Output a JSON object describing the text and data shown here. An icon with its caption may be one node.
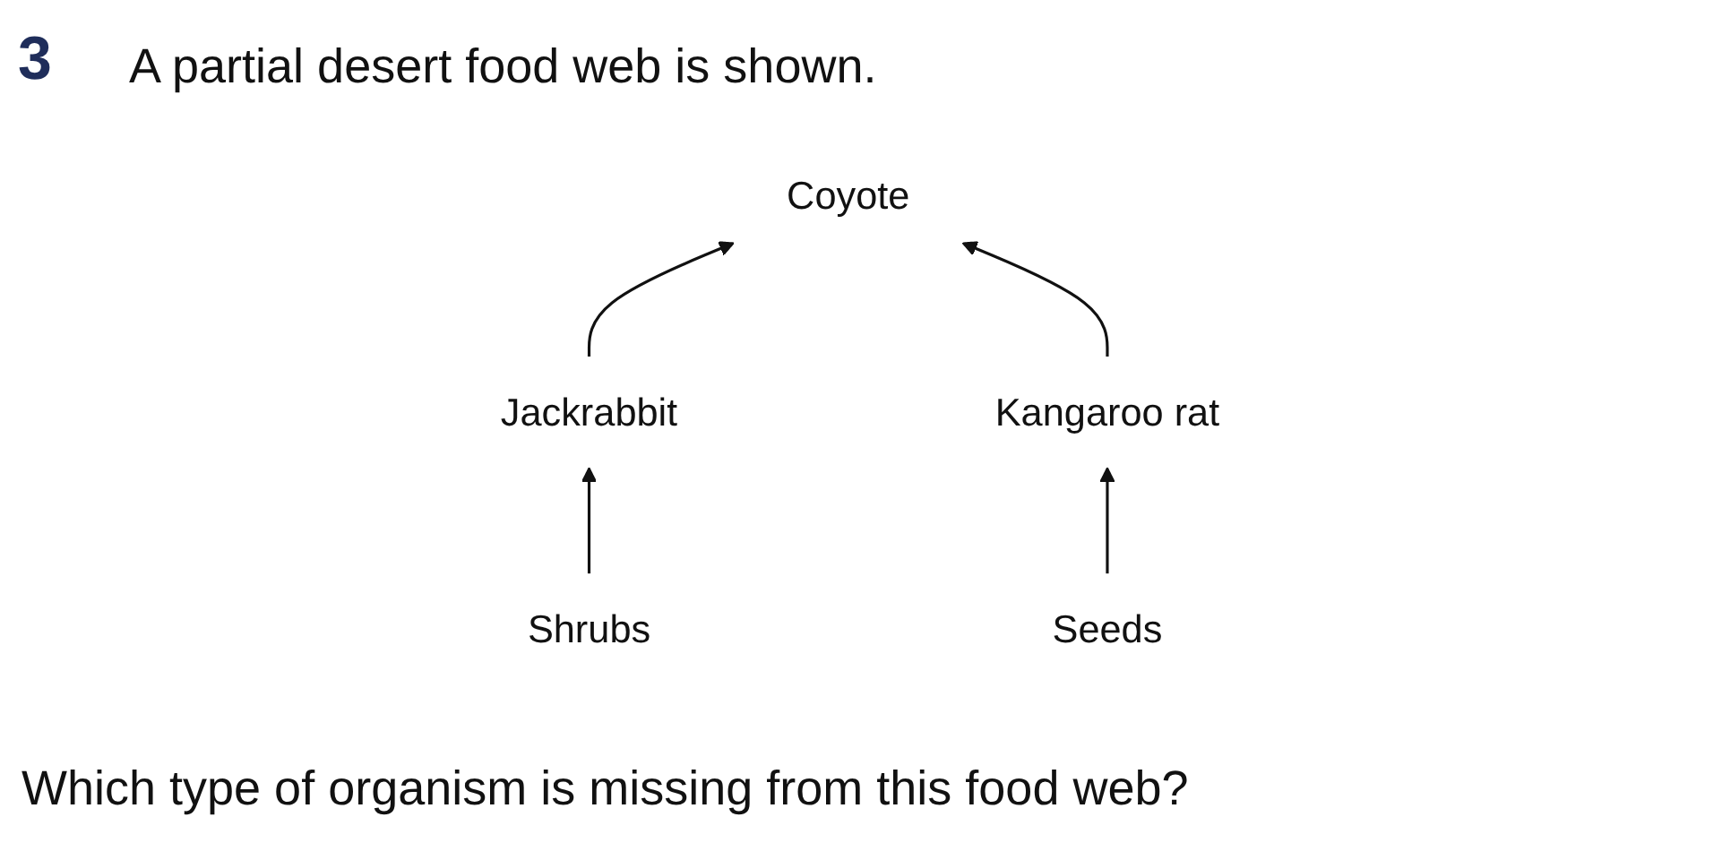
{
  "diagram": {
    "title": "A partial desert food web is shown.",
    "nodes": [
      {
        "text": [
          "Coyote"
        ]
      },
      {
        "text": [
          "Jackrabbit"
        ]
      },
      {
        "text": [
          "Kangaroo rat"
        ]
      },
      {
        "text": [
          "Shrubs"
        ]
      },
      {
        "text": [
          "Seeds"
        ]
      }
    ],
    "edges": [
      {
        "from": 1,
        "to": 0,
        "arrow": "to"
      },
      {
        "from": 2,
        "to": 0,
        "arrow": "to"
      },
      {
        "from": 3,
        "to": 1,
        "arrow": "to"
      },
      {
        "from": 4,
        "to": 2,
        "arrow": "to"
      }
    ],
    "labels": [
      "3",
      "Which type of organism is missing from this food web?"
    ]
  }
}
